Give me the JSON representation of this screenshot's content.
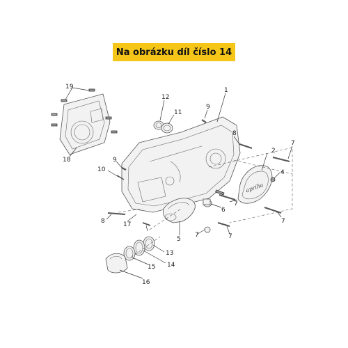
{
  "header": {
    "title": "Na obrázku díl číslo 14"
  },
  "colors": {
    "banner": "#f5c518",
    "line": "#333333",
    "part_fill": "#f2f2f2"
  },
  "callouts": {
    "c1": "1",
    "c2": "2",
    "c4": "4",
    "c5": "5",
    "c6": "6",
    "c7a": "7",
    "c7b": "7",
    "c7c": "7",
    "c7d": "7",
    "c7e": "7",
    "c8a": "8",
    "c8b": "8",
    "c9a": "9",
    "c9b": "9",
    "c10": "10",
    "c11": "11",
    "c12": "12",
    "c13": "13",
    "c14": "14",
    "c15": "15",
    "c16": "16",
    "c17": "17",
    "c18": "18",
    "c19": "19"
  },
  "cover_logo": "aprilia"
}
